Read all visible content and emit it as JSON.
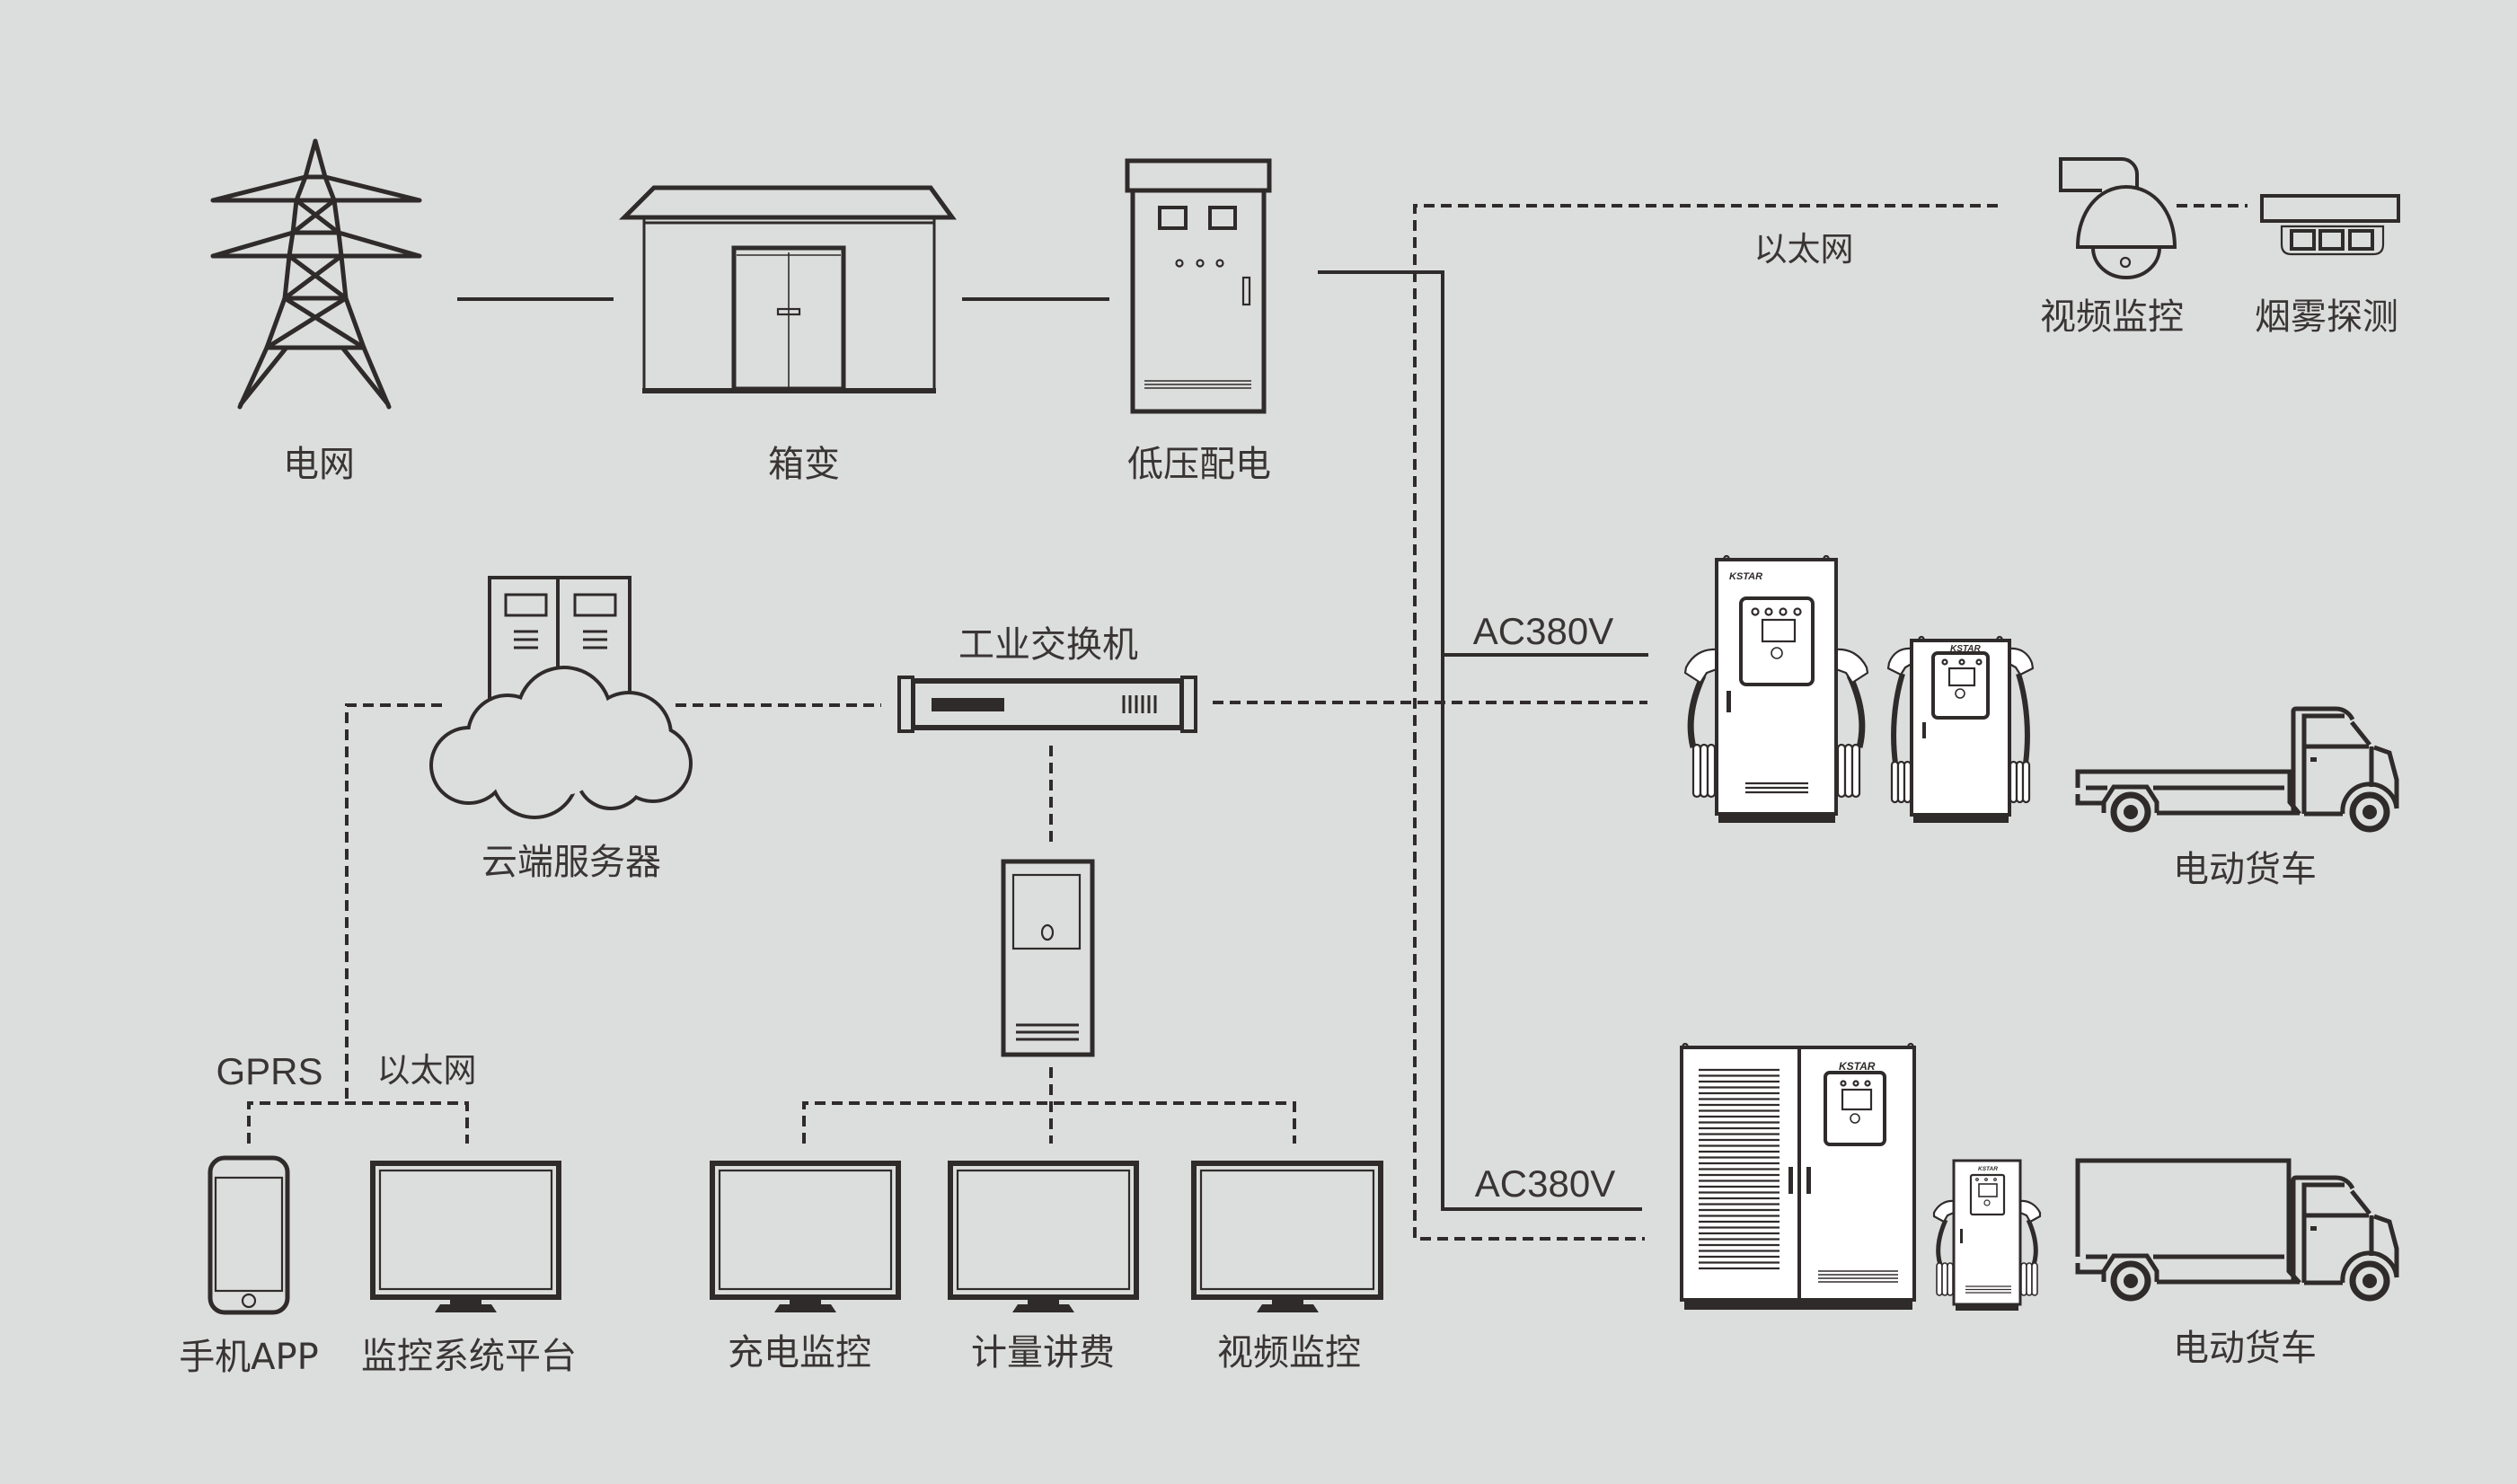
{
  "colors": {
    "background": "#dcdedd",
    "line": "#302b2b",
    "device_fill": "#ffffff",
    "text": "#3a3535"
  },
  "nodes": {
    "grid": {
      "label": "电网",
      "icon": "transmission-tower-icon"
    },
    "box_transformer": {
      "label": "箱变",
      "icon": "box-transformer-icon"
    },
    "low_voltage_distribution": {
      "label": "低压配电",
      "icon": "low-voltage-cabinet-icon"
    },
    "ptz_camera": {
      "label": "视频监控",
      "icon": "ptz-camera-icon"
    },
    "smoke_detector": {
      "label": "烟雾探测",
      "icon": "smoke-detector-icon"
    },
    "cloud_server": {
      "label": "云端服务器",
      "icon": "cloud-server-icon"
    },
    "industrial_switch": {
      "label": "工业交换机",
      "icon": "network-switch-icon"
    },
    "ev_truck_flatbed": {
      "label": "电动货车",
      "icon": "flatbed-truck-icon"
    },
    "ev_truck_box": {
      "label": "电动货车",
      "icon": "box-truck-icon"
    },
    "mobile_app": {
      "label": "手机APP",
      "icon": "smartphone-icon"
    },
    "monitoring_platform": {
      "label": "监控系统平台",
      "icon": "monitor-icon"
    },
    "charging_monitor": {
      "label": "充电监控",
      "icon": "monitor-icon"
    },
    "metering_billing": {
      "label": "计量讲费",
      "icon": "monitor-icon"
    },
    "video_monitor": {
      "label": "视频监控",
      "icon": "monitor-icon"
    }
  },
  "links": {
    "ethernet_top": {
      "label": "以太网",
      "style": "dashed"
    },
    "ac_feed_1": {
      "label": "AC380V",
      "style": "solid"
    },
    "ac_feed_2": {
      "label": "AC380V",
      "style": "solid"
    },
    "gprs": {
      "label": "GPRS",
      "style": "dashed"
    },
    "ethernet_bottom": {
      "label": "以太网",
      "style": "dashed"
    }
  },
  "chargers": [
    {
      "brand": "KSTAR"
    },
    {
      "brand": "KSTAR"
    },
    {
      "brand": "KSTAR"
    },
    {
      "brand": "KSTAR"
    }
  ]
}
